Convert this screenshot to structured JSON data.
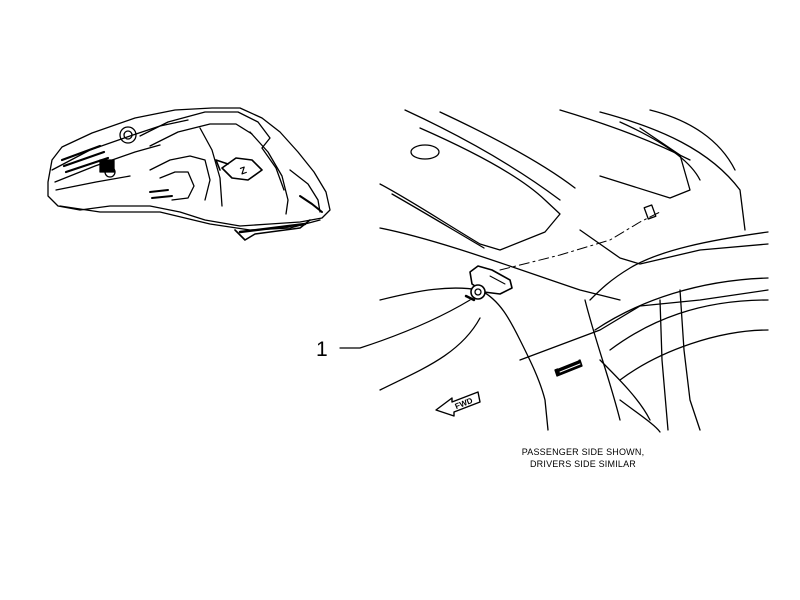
{
  "callouts": [
    {
      "label": "1"
    }
  ],
  "note": {
    "line1": "PASSENGER SIDE SHOWN,",
    "line2": "DRIVERS SIDE SIMILAR"
  },
  "labels": {
    "vehicle_view": "Z",
    "forward_arrow": "FWD"
  },
  "colors": {
    "line": "#000000",
    "background": "#ffffff"
  }
}
